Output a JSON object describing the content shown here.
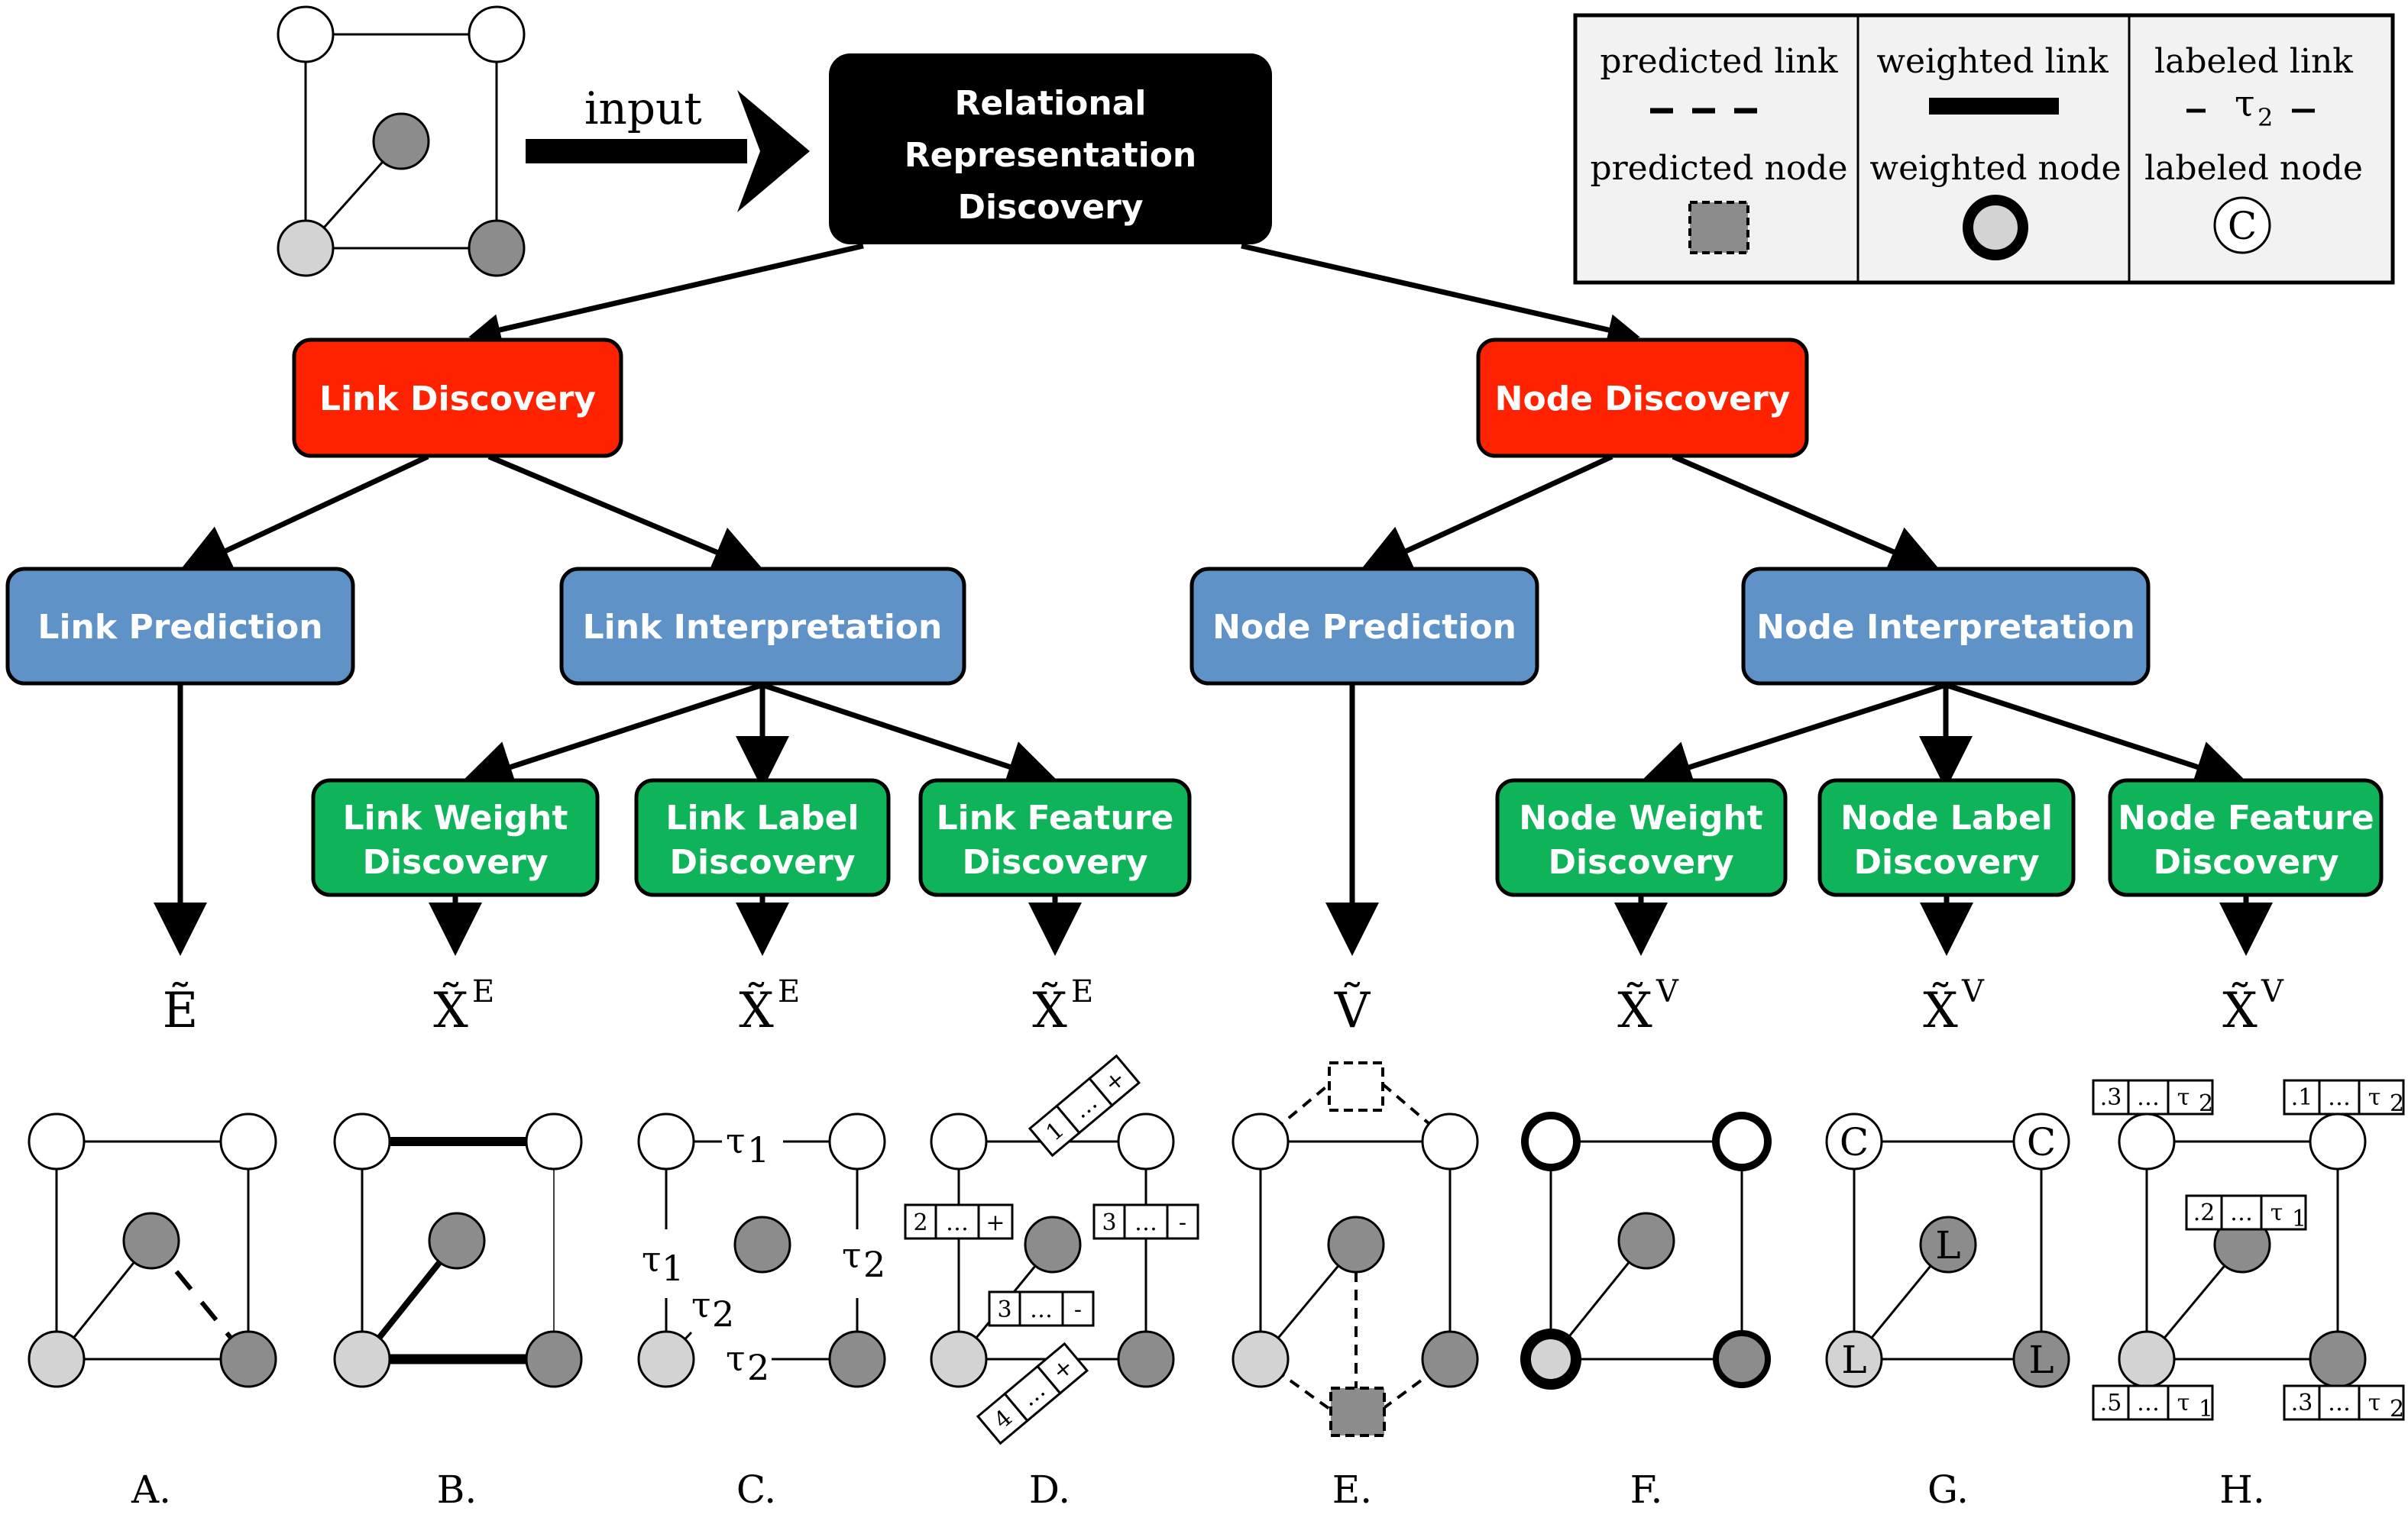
{
  "root": {
    "line1": "Relational",
    "line2": "Representation",
    "line3": "Discovery"
  },
  "input_label": "input",
  "discovery": {
    "link": "Link Discovery",
    "node": "Node Discovery"
  },
  "tasks": {
    "link_prediction": "Link Prediction",
    "link_interpretation": "Link Interpretation",
    "node_prediction": "Node Prediction",
    "node_interpretation": "Node Interpretation"
  },
  "subtasks": {
    "link_weight": [
      "Link Weight",
      "Discovery"
    ],
    "link_label": [
      "Link Label",
      "Discovery"
    ],
    "link_feature": [
      "Link Feature",
      "Discovery"
    ],
    "node_weight": [
      "Node Weight",
      "Discovery"
    ],
    "node_label": [
      "Node Label",
      "Discovery"
    ],
    "node_feature": [
      "Node Feature",
      "Discovery"
    ]
  },
  "outputs": {
    "e": {
      "base": "Ẽ",
      "sup": ""
    },
    "xe1": {
      "base": "X̃",
      "sup": "E"
    },
    "xe2": {
      "base": "X̃",
      "sup": "E"
    },
    "xe3": {
      "base": "X̃",
      "sup": "E"
    },
    "v": {
      "base": "Ṽ",
      "sup": ""
    },
    "xv1": {
      "base": "X̃",
      "sup": "V"
    },
    "xv2": {
      "base": "X̃",
      "sup": "V"
    },
    "xv3": {
      "base": "X̃",
      "sup": "V"
    }
  },
  "legend": {
    "predicted_link": "predicted link",
    "weighted_link": "weighted link",
    "labeled_link": "labeled link",
    "labeled_link_symbol": "τ",
    "labeled_link_sub": "2",
    "predicted_node": "predicted node",
    "weighted_node": "weighted node",
    "labeled_node": "labeled node",
    "labeled_node_symbol": "C"
  },
  "panel_letters": [
    "A.",
    "B.",
    "C.",
    "D.",
    "E.",
    "F.",
    "G.",
    "H."
  ],
  "panel_c": {
    "tau": "τ",
    "sub1": "1",
    "sub2": "2"
  },
  "panel_d": {
    "tags": [
      [
        "1",
        "…",
        "+"
      ],
      [
        "2",
        "…",
        "+"
      ],
      [
        "3",
        "…",
        "-"
      ],
      [
        "3",
        "…",
        "-"
      ],
      [
        "4",
        "…",
        "+"
      ]
    ]
  },
  "panel_g": {
    "c": "C",
    "l": "L"
  },
  "panel_h": {
    "tags": [
      [
        ".3",
        "…",
        "τ",
        "2"
      ],
      [
        ".1",
        "…",
        "τ",
        "2"
      ],
      [
        ".2",
        "…",
        "τ",
        "1"
      ],
      [
        ".5",
        "…",
        "τ",
        "1"
      ],
      [
        ".3",
        "…",
        "τ",
        "2"
      ]
    ]
  },
  "colors": {
    "root": "#000000",
    "discovery": "#ff2200",
    "task": "#5f93c8",
    "subtask": "#0fb45a",
    "node_light": "#d3d3d3",
    "node_dark": "#8c8c8c",
    "legend_bg": "#f2f2f2"
  }
}
